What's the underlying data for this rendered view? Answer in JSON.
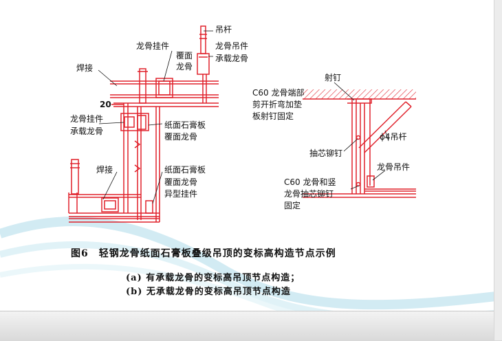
{
  "labels": {
    "diao_gan": "吊杆",
    "longgu_guajian": "龙骨挂件",
    "longgu_diaojian_1": "龙骨吊件",
    "chengzai_longgu_1": "承载龙骨",
    "fumian_longgu_1": "覆面",
    "fumian_longgu_2": "龙骨",
    "hanjie_1": "焊接",
    "dim_20": "20",
    "longgu_guajian_2": "龙骨挂件",
    "chengzai_longgu_2": "承载龙骨",
    "zhimian_1": "纸面石膏板",
    "fumian_3": "覆面龙骨",
    "hanjie_2": "焊接",
    "zhimian_2": "纸面石膏板",
    "fumian_4": "覆面龙骨",
    "yixing_guajian": "异型挂件",
    "she_ding": "射钉",
    "c60_1_l1": "C60 龙骨端部",
    "c60_1_l2": "剪开折弯加垫",
    "c60_1_l3": "板射钉固定",
    "phi4": "ϕ4吊杆",
    "chouxin": "抽芯铆钉",
    "longgu_diaojian_2": "龙骨吊件",
    "c60_2_l1": "C60 龙骨和竖",
    "c60_2_l2": "龙骨抽芯铆钉",
    "c60_2_l3": "固定"
  },
  "caption": {
    "title": "图6　轻钢龙骨纸面石膏板叠级吊顶的变标高构造节点示例",
    "sub_a": "(a)  有承载龙骨的变标高吊顶节点构造；",
    "sub_b": "(b)  无承载龙骨的变标高吊顶节点构造"
  },
  "colors": {
    "line": "#e0202a",
    "text": "#111111",
    "hatch": "#e0202a"
  }
}
